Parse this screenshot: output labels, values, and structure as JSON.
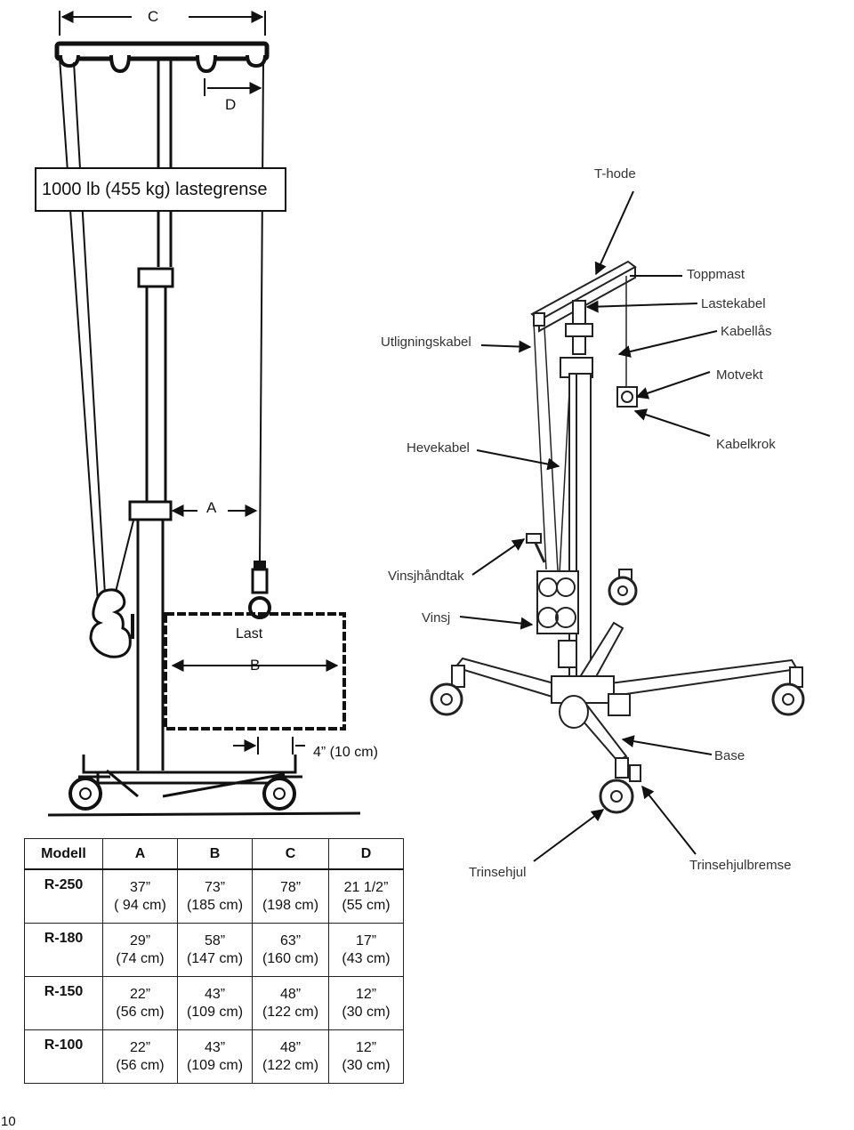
{
  "diagram": {
    "dimension_labels": {
      "c": "C",
      "d": "D",
      "a": "A",
      "b": "B",
      "clearance": "4” (10 cm)"
    },
    "load_label": "Last",
    "load_limit": "1000 lb (455 kg) lastegrense"
  },
  "parts": {
    "t_head": "T-hode",
    "top_mast": "Toppmast",
    "load_cable": "Lastekabel",
    "balance_cable": "Utligningskabel",
    "cable_lock": "Kabellås",
    "counterweight": "Motvekt",
    "lift_cable": "Hevekabel",
    "cable_hook": "Kabelkrok",
    "winch_handle": "Vinsjhåndtak",
    "winch": "Vinsj",
    "base": "Base",
    "caster": "Trinsehjul",
    "caster_brake": "Trinsehjulbremse"
  },
  "table": {
    "headers": [
      "Modell",
      "A",
      "B",
      "C",
      "D"
    ],
    "rows": [
      {
        "model": "R-250",
        "a": [
          "37”",
          "( 94 cm)"
        ],
        "b": [
          "73”",
          "(185 cm)"
        ],
        "c": [
          "78”",
          "(198 cm)"
        ],
        "d": [
          "21 1/2”",
          "(55 cm)"
        ]
      },
      {
        "model": "R-180",
        "a": [
          "29”",
          "(74 cm)"
        ],
        "b": [
          "58”",
          "(147 cm)"
        ],
        "c": [
          "63”",
          "(160 cm)"
        ],
        "d": [
          "17”",
          "(43 cm)"
        ]
      },
      {
        "model": "R-150",
        "a": [
          "22”",
          "(56 cm)"
        ],
        "b": [
          "43”",
          "(109 cm)"
        ],
        "c": [
          "48”",
          "(122 cm)"
        ],
        "d": [
          "12”",
          "(30 cm)"
        ]
      },
      {
        "model": "R-100",
        "a": [
          "22”",
          "(56 cm)"
        ],
        "b": [
          "43”",
          "(109 cm)"
        ],
        "c": [
          "48”",
          "(122 cm)"
        ],
        "d": [
          "12”",
          "(30 cm)"
        ]
      }
    ]
  },
  "page_number": "10"
}
